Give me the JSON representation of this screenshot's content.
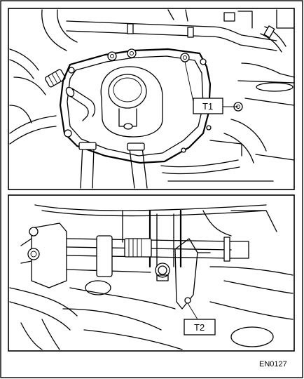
{
  "callouts": {
    "t1": "T1",
    "t2": "T2"
  },
  "figure_code": "EN0127"
}
